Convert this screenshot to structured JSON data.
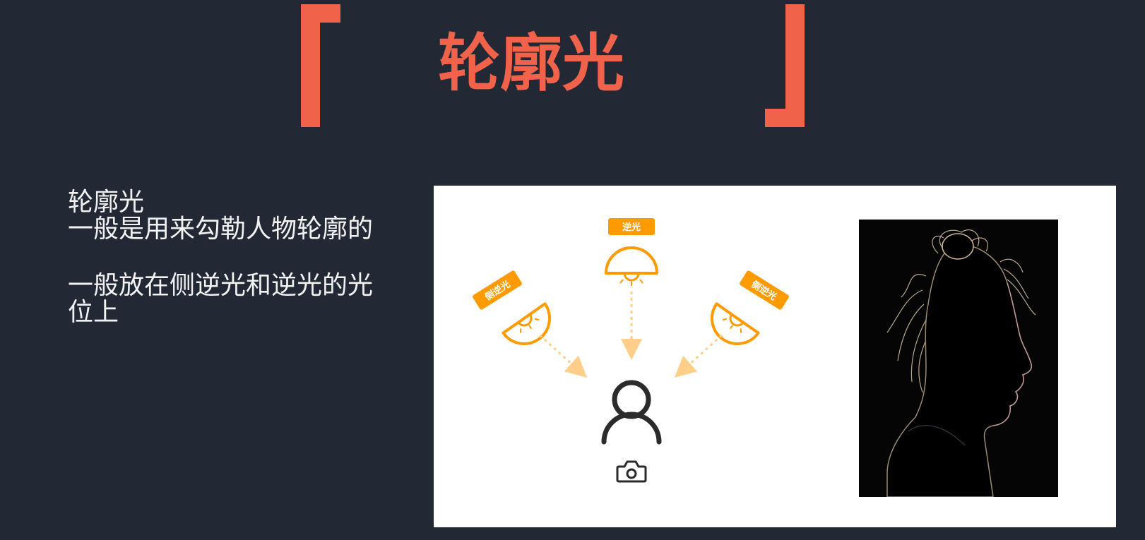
{
  "slide": {
    "title": "轮廓光",
    "accent_color": "#f0624a",
    "background_color": "#222934"
  },
  "body": {
    "lines_group1": [
      "轮廓光",
      "一般是用来勾勒人物轮廓的"
    ],
    "lines_group2": [
      "一般放在侧逆光和逆光的光",
      "位上"
    ]
  },
  "diagram": {
    "labels": {
      "back_light": "逆光",
      "left_side_back_light": "侧逆光",
      "right_side_back_light": "侧逆光"
    },
    "light_color": "#ff9a00",
    "arrow_color": "#ffcf8a",
    "icons": [
      "lamp-icon",
      "person-icon",
      "camera-icon"
    ]
  },
  "photo": {
    "subject": "silhouette-rim-light-portrait"
  }
}
